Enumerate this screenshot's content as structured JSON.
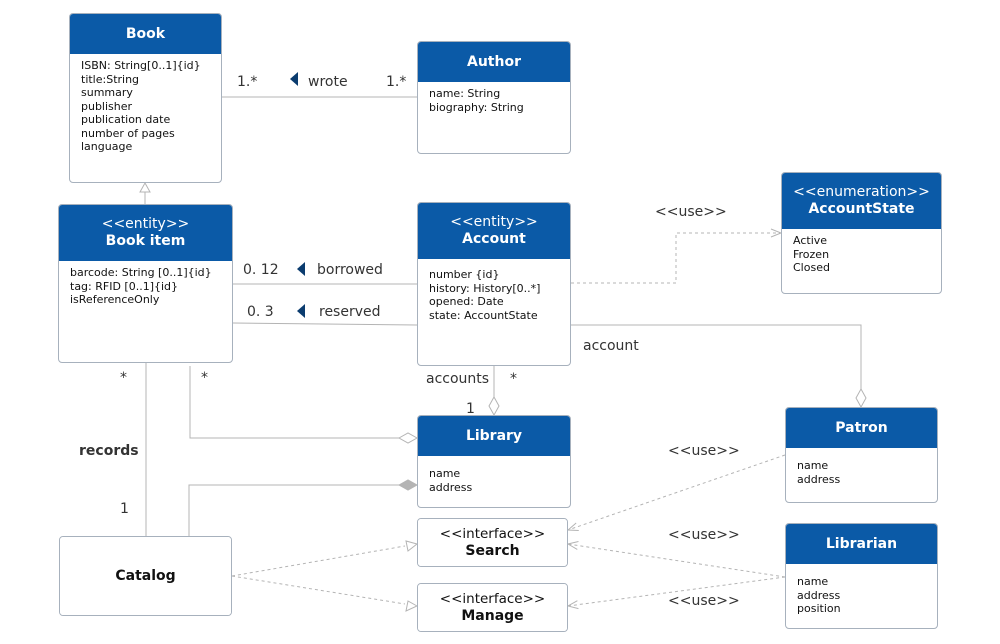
{
  "classes": {
    "book": {
      "title": "Book",
      "attributes": [
        "ISBN: String[0..1]{id}",
        "title:String",
        "summary",
        "publisher",
        "publication date",
        "number of pages",
        "language"
      ]
    },
    "author": {
      "title": "Author",
      "attributes": [
        "name: String",
        "biography: String"
      ]
    },
    "account_state": {
      "stereotype": "<<enumeration>>",
      "title": "AccountState",
      "attributes": [
        "Active",
        "Frozen",
        "Closed"
      ]
    },
    "book_item": {
      "stereotype": "<<entity>>",
      "title": "Book item",
      "attributes": [
        "barcode: String [0..1]{id}",
        "tag: RFID [0..1]{id}",
        "isReferenceOnly"
      ]
    },
    "account": {
      "stereotype": "<<entity>>",
      "title": "Account",
      "attributes": [
        "number {id}",
        "history: History[0..*]",
        "opened: Date",
        "state: AccountState"
      ]
    },
    "library": {
      "title": "Library",
      "attributes": [
        "name",
        "address"
      ]
    },
    "patron": {
      "title": "Patron",
      "attributes": [
        "name",
        "address"
      ]
    },
    "librarian": {
      "title": "Librarian",
      "attributes": [
        "name",
        "address",
        "position"
      ]
    },
    "catalog": {
      "title": "Catalog"
    },
    "search": {
      "stereotype": "<<interface>>",
      "title": "Search"
    },
    "manage": {
      "stereotype": "<<interface>>",
      "title": "Manage"
    }
  },
  "labels": {
    "book_author_mult_left": "1.*",
    "book_author_mult_right": "1.*",
    "wrote": "wrote",
    "use_account_state": "<<use>>",
    "borrowed_mult": "0. 12",
    "borrowed": "borrowed",
    "reserved_mult": "0. 3",
    "reserved": "reserved",
    "account_role": "account",
    "accounts_role": "accounts",
    "accounts_mult": "*",
    "library_mult": "1",
    "bookitem_mult_left": "*",
    "bookitem_mult_right": "*",
    "records": "records",
    "catalog_mult": "1",
    "use_patron": "<<use>>",
    "use_librarian_search": "<<use>>",
    "use_librarian_manage": "<<use>>"
  },
  "colors": {
    "header_blue": "#0b5aa7",
    "line_gray": "#b4b4b4",
    "arrow_navy": "#0b3c6f"
  }
}
